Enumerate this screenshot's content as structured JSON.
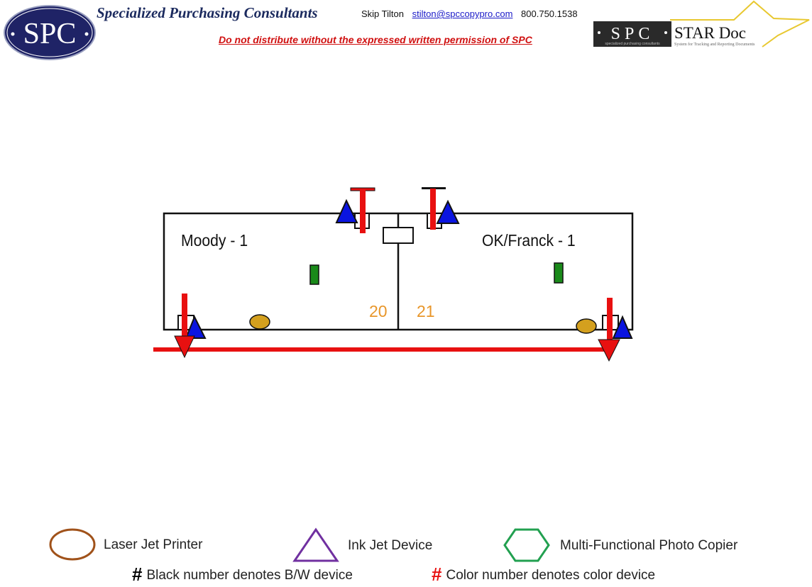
{
  "header": {
    "logo_text": "SPC",
    "company_name": "Specialized Purchasing Consultants",
    "contact_name": "Skip Tilton",
    "contact_email": "stilton@spccopypro.com",
    "contact_phone": "800.750.1538",
    "distribution_warning": "Do not distribute without the expressed written permission of SPC",
    "star_logo": {
      "left_text": "SPC",
      "left_subtext": "specialized purchasing consultants",
      "title": "STAR Doc",
      "subtitle": "System for Tracking and Reporting Documents"
    }
  },
  "floorplan": {
    "rooms": [
      {
        "name": "Moody - 1",
        "number": "20"
      },
      {
        "name": "OK/Franck - 1",
        "number": "21"
      }
    ],
    "colors": {
      "wall": "#111111",
      "ink_jet": "#0a14e0",
      "laser_jet": "#d4a01e",
      "copier": "#1a8a1a",
      "network_line": "#e81010",
      "number": "#e8962a"
    }
  },
  "legend": {
    "items": [
      {
        "icon": "ellipse-outline-icon",
        "label": "Laser Jet Printer",
        "color": "#a0521a"
      },
      {
        "icon": "triangle-outline-icon",
        "label": "Ink Jet Device",
        "color": "#7030a0"
      },
      {
        "icon": "hexagon-outline-icon",
        "label": "Multi-Functional Photo Copier",
        "color": "#22a050"
      }
    ],
    "notes": [
      {
        "symbol": "#",
        "label": "Black number denotes B/W device"
      },
      {
        "symbol": "#",
        "label": "Color number denotes color device"
      }
    ]
  }
}
